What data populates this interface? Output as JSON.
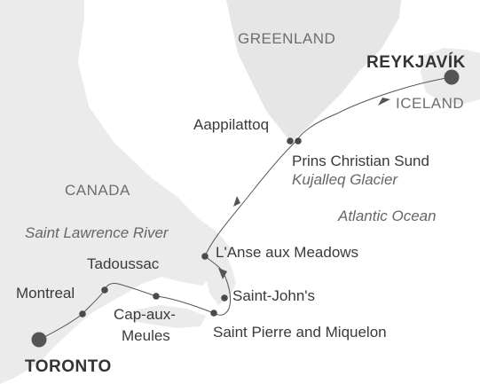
{
  "colors": {
    "sea": "#ffffff",
    "land": "#ebebeb",
    "greenland": "#e6e6e6",
    "route": "#555555",
    "stop": "#4a4a4a",
    "port": "#555555"
  },
  "regions": {
    "greenland": "GREENLAND",
    "iceland": "ICELAND",
    "canada": "CANADA"
  },
  "water": {
    "atlantic": "Atlantic Ocean",
    "river": "Saint Lawrence River"
  },
  "ports": {
    "start": "REYKJAVÍK",
    "end": "TORONTO"
  },
  "stops": {
    "aappilattoq": "Aappilattoq",
    "prins_christian": "Prins Christian Sund",
    "kujalleq": "Kujalleq Glacier",
    "lanse": "L'Anse aux Meadows",
    "saint_johns": "Saint-John's",
    "saint_pierre": "Saint Pierre and Miquelon",
    "cap_aux_meules_1": "Cap-aux-",
    "cap_aux_meules_2": "Meules",
    "tadoussac": "Tadoussac",
    "montreal": "Montreal"
  }
}
